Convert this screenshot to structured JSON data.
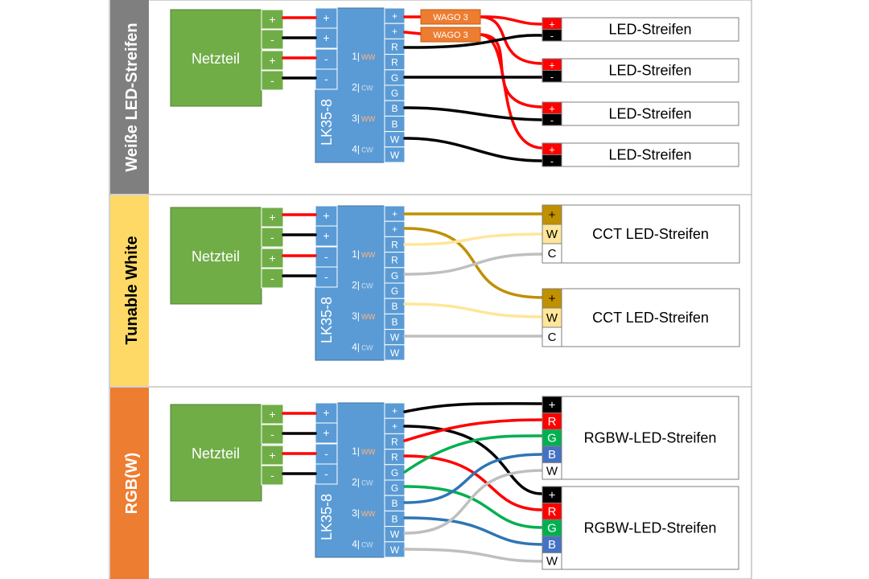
{
  "colors": {
    "section_gray": "#7f7f7f",
    "section_yellow": "#ffd966",
    "section_orange": "#ed7d31",
    "netzteil_green": "#70ad47",
    "controller_blue": "#5b9bd5",
    "wago_orange": "#ed7d31",
    "wire_red": "#ff0000",
    "wire_black": "#000000",
    "wire_gold": "#bf9000",
    "wire_lightyellow": "#ffe699",
    "wire_gray": "#bfbfbf",
    "wire_green": "#00b050",
    "wire_blue": "#2e75b6",
    "cw_label": "#bdd7ee",
    "ww_label": "#f4b183"
  },
  "sections": [
    {
      "title": "Weiße LED-Streifen"
    },
    {
      "title": "Tunable White"
    },
    {
      "title": "RGB(W)"
    }
  ],
  "netzteil": {
    "label": "Netzteil",
    "terminals": [
      "+",
      "-",
      "+",
      "-"
    ]
  },
  "controller": {
    "label": "LK35-8",
    "input_terminals": [
      "+",
      "+",
      "-",
      "-"
    ],
    "output_terminals": [
      "+",
      "+",
      "R",
      "R",
      "G",
      "G",
      "B",
      "B",
      "W",
      "W"
    ],
    "channels": [
      {
        "num": "1|",
        "type": "ww"
      },
      {
        "num": "2|",
        "type": "cw"
      },
      {
        "num": "3|",
        "type": "ww"
      },
      {
        "num": "4|",
        "type": "cw"
      }
    ]
  },
  "wago": {
    "label": "WAGO 3"
  },
  "strips": {
    "white": {
      "label": "LED-Streifen",
      "pins": [
        "+",
        "-"
      ]
    },
    "cct": {
      "label": "CCT LED-Streifen",
      "pins": [
        "+",
        "W",
        "C"
      ]
    },
    "rgbw": {
      "label": "RGBW-LED-Streifen",
      "pins": [
        "+",
        "R",
        "G",
        "B",
        "W"
      ]
    }
  }
}
